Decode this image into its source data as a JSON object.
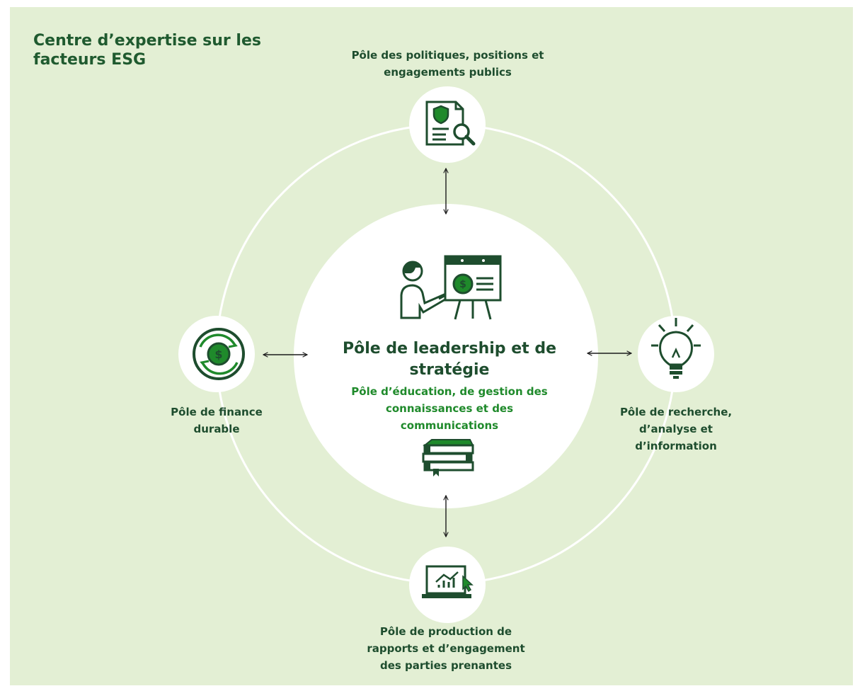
{
  "title": "Centre d’expertise sur les facteurs ESG",
  "center": {
    "title": "Pôle de leadership et de stratégie",
    "subtitle": "Pôle d’éducation, de gestion des connaissances et des communications"
  },
  "nodes": {
    "top": "Pôle des politiques, positions et engagements publics",
    "left": "Pôle de finance durable",
    "right": "Pôle de recherche, d’analyse et d’information",
    "bottom": "Pôle de production de rapports et d’engagement des parties prenantes"
  },
  "icons": {
    "top": "document-shield-magnifier-icon",
    "left": "dollar-recycle-icon",
    "right": "lightbulb-icon",
    "bottom": "laptop-chart-icon",
    "center_top": "presenter-board-icon",
    "center_bottom": "books-icon"
  },
  "colors": {
    "background": "#e3efd4",
    "dark_green": "#1e4d2e",
    "bright_green": "#1f8a2b",
    "circle": "#ffffff"
  }
}
